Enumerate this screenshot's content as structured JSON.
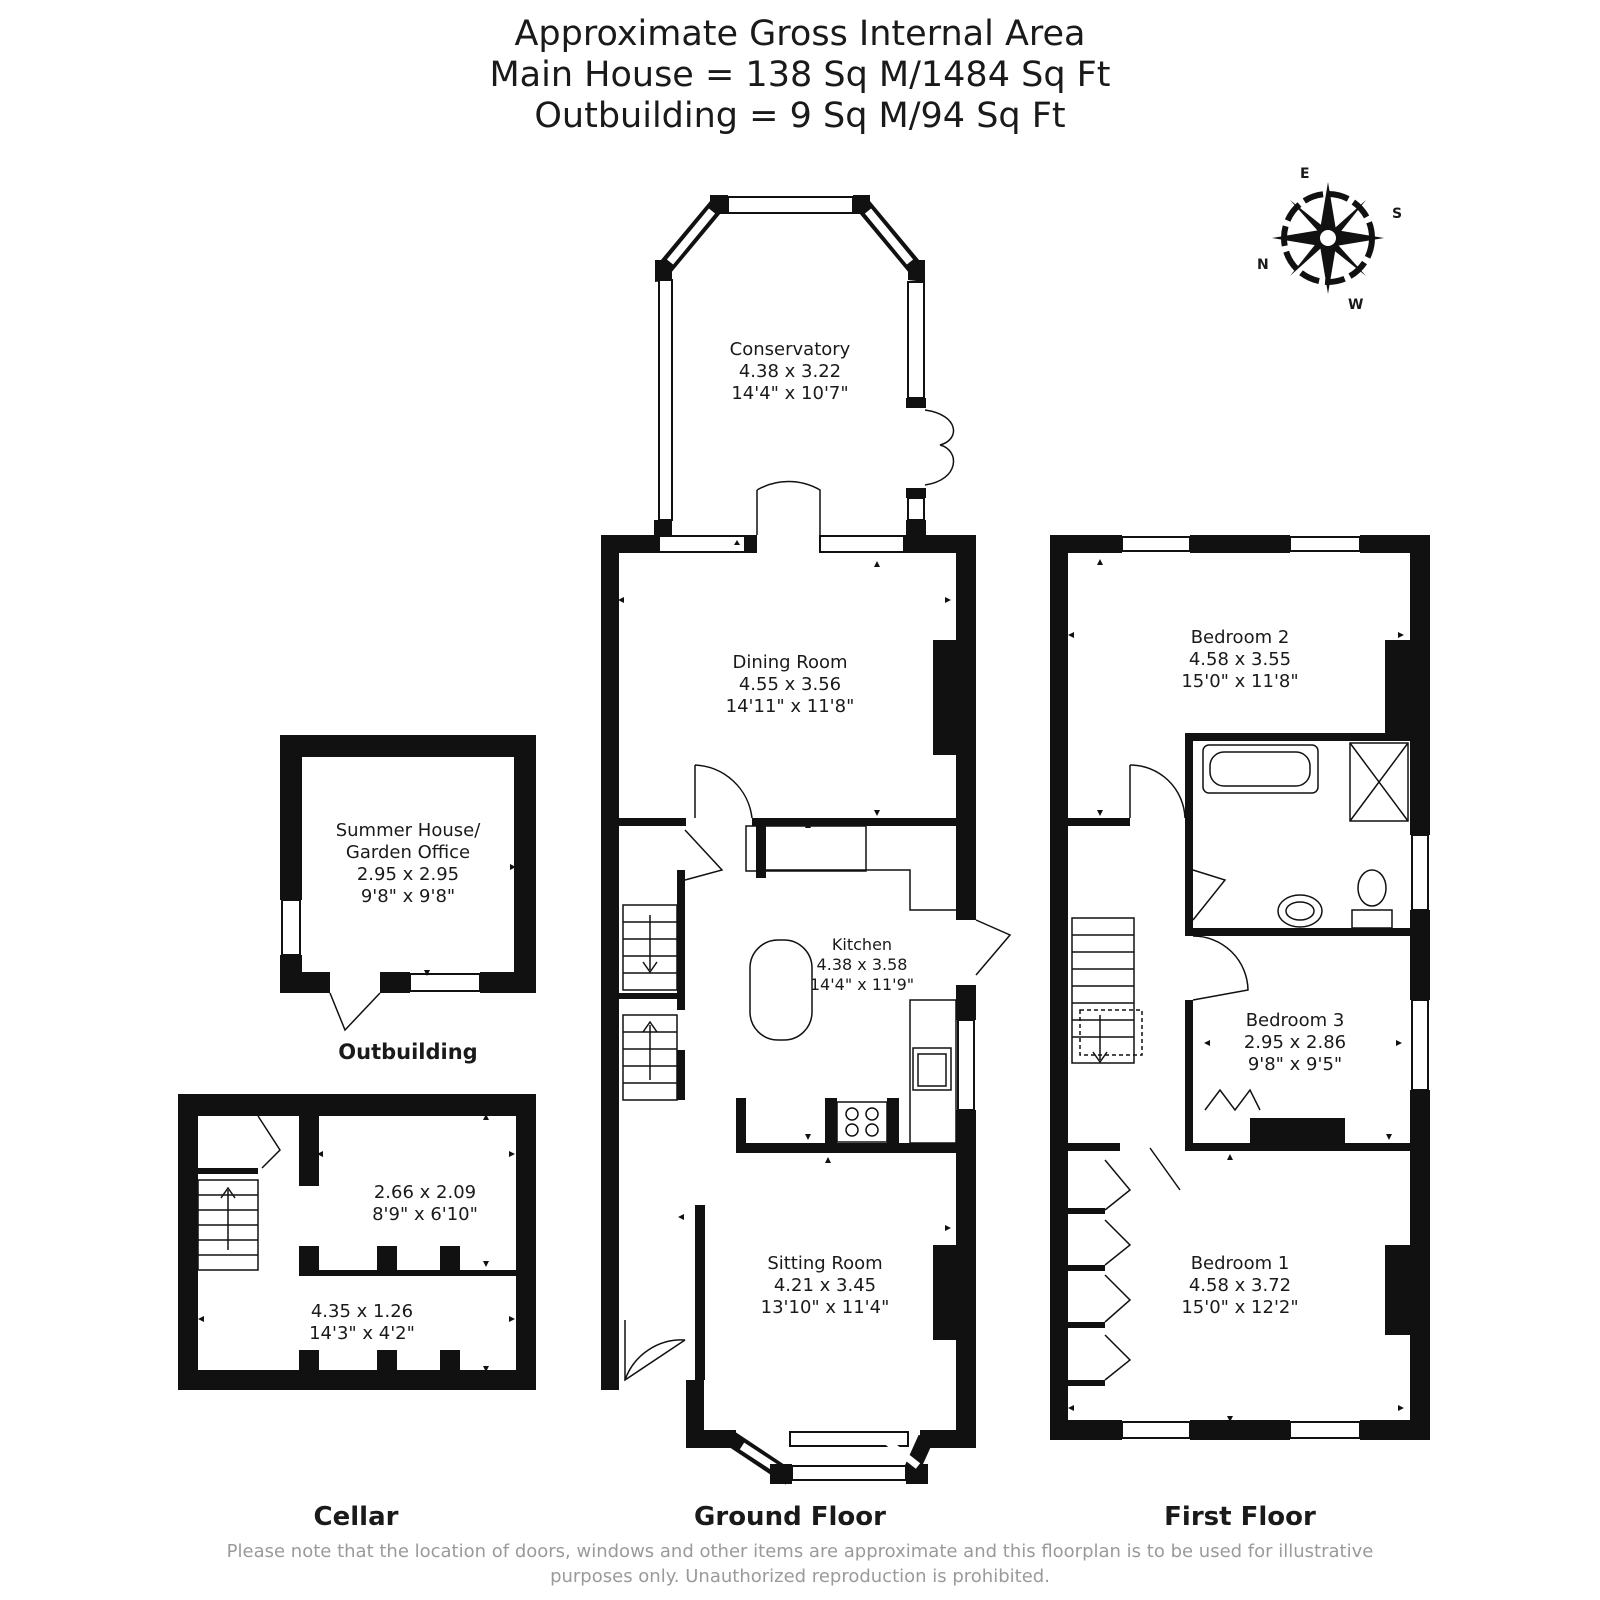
{
  "title": {
    "line1": "Approximate Gross Internal Area",
    "line2": "Main House = 138 Sq M/1484 Sq Ft",
    "line3": "Outbuilding = 9 Sq M/94 Sq Ft"
  },
  "compass": {
    "n": "N",
    "e": "E",
    "s": "S",
    "w": "W"
  },
  "floors": {
    "outbuilding": "Outbuilding",
    "cellar": "Cellar",
    "ground": "Ground Floor",
    "first": "First Floor"
  },
  "rooms": {
    "conservatory": {
      "name": "Conservatory",
      "metric": "4.38 x 3.22",
      "imperial": "14'4\" x 10'7\""
    },
    "dining": {
      "name": "Dining Room",
      "metric": "4.55 x 3.56",
      "imperial": "14'11\" x 11'8\""
    },
    "kitchen": {
      "name": "Kitchen",
      "metric": "4.38 x 3.58",
      "imperial": "14'4\" x 11'9\""
    },
    "sitting": {
      "name": "Sitting Room",
      "metric": "4.21 x 3.45",
      "imperial": "13'10\" x 11'4\""
    },
    "summer_house": {
      "name1": "Summer House/",
      "name2": "Garden Office",
      "metric": "2.95 x 2.95",
      "imperial": "9'8\" x 9'8\""
    },
    "cellar_upper": {
      "metric": "2.66 x 2.09",
      "imperial": "8'9\" x 6'10\""
    },
    "cellar_lower": {
      "metric": "4.35 x 1.26",
      "imperial": "14'3\" x 4'2\""
    },
    "bedroom2": {
      "name": "Bedroom 2",
      "metric": "4.58 x 3.55",
      "imperial": "15'0\" x 11'8\""
    },
    "bedroom3": {
      "name": "Bedroom 3",
      "metric": "2.95 x 2.86",
      "imperial": "9'8\" x 9'5\""
    },
    "bedroom1": {
      "name": "Bedroom 1",
      "metric": "4.58 x 3.72",
      "imperial": "15'0\" x 12'2\""
    }
  },
  "disclaimer": {
    "line1": "Please note that the location of doors, windows and other items are approximate and this floorplan is to be used for illustrative",
    "line2": "purposes only. Unauthorized reproduction is prohibited."
  }
}
